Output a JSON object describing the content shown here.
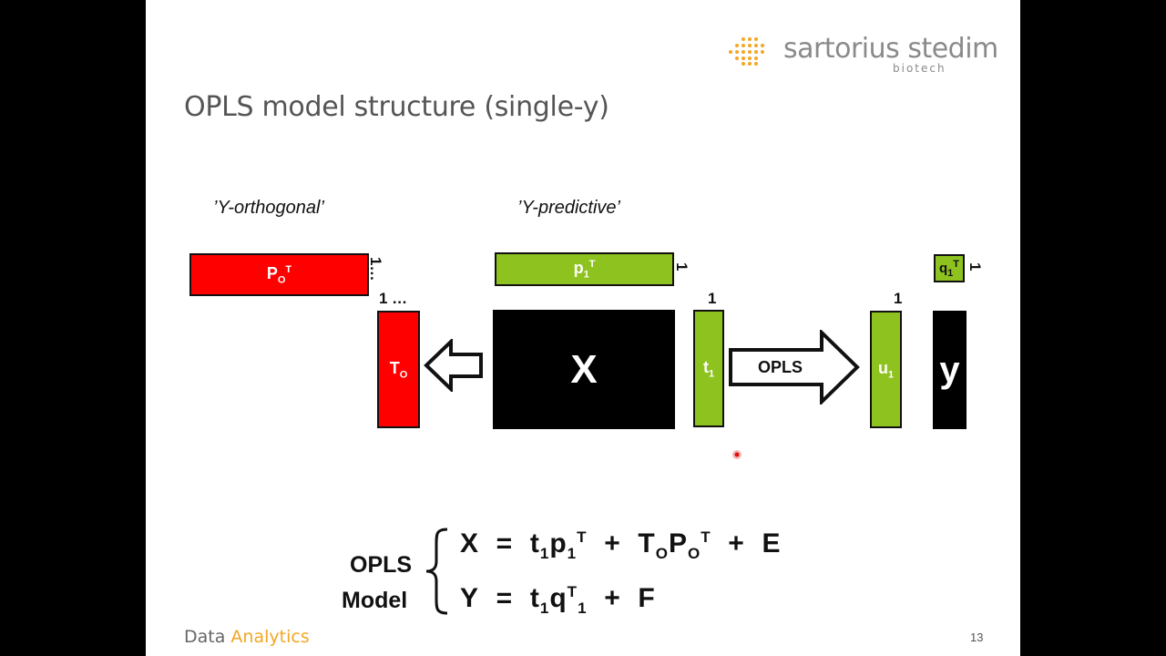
{
  "logo": {
    "brand": "sartorius stedim",
    "sub": "biotech",
    "accent_color": "#f5a623"
  },
  "slide": {
    "title": "OPLS model structure (single-y)",
    "labels": {
      "orthogonal": "’Y-orthogonal’",
      "predictive": "’Y-predictive’"
    },
    "matrices": {
      "PoT": {
        "main": "P",
        "sub": "O",
        "sup": "T"
      },
      "To": {
        "main": "T",
        "sub": "O"
      },
      "X": "X",
      "p1T": {
        "main": "p",
        "sub": "1",
        "sup": "T"
      },
      "t1": {
        "main": "t",
        "sub": "1"
      },
      "u1": {
        "main": "u",
        "sub": "1"
      },
      "y": "y",
      "q1T": {
        "main": "q",
        "sub": "1",
        "sup": "T"
      }
    },
    "dims": {
      "po_side": "1…",
      "to_top": "1 …",
      "p1_side": "1",
      "t1_top": "1",
      "u1_top": "1",
      "q1_side": "1"
    },
    "arrow_label": "OPLS",
    "model": {
      "label_line1": "OPLS",
      "label_line2": "Model",
      "eq1": {
        "lhs": "X",
        "t": "t",
        "t_sub": "1",
        "p": "p",
        "p_sub": "1",
        "p_sup": "T",
        "T": "T",
        "T_sub": "O",
        "P": "P",
        "P_sub": "O",
        "P_sup": "T",
        "err": "E"
      },
      "eq2": {
        "lhs": "Y",
        "t": "t",
        "t_sub": "1",
        "q": "q",
        "q_sup": "T",
        "q_sub": "1",
        "err": "F"
      }
    },
    "colors": {
      "red": "#ff0000",
      "green": "#8dc21f",
      "black": "#000000"
    }
  },
  "footer": {
    "left_plain": "Data",
    "left_accent": "Analytics",
    "page": "13"
  }
}
